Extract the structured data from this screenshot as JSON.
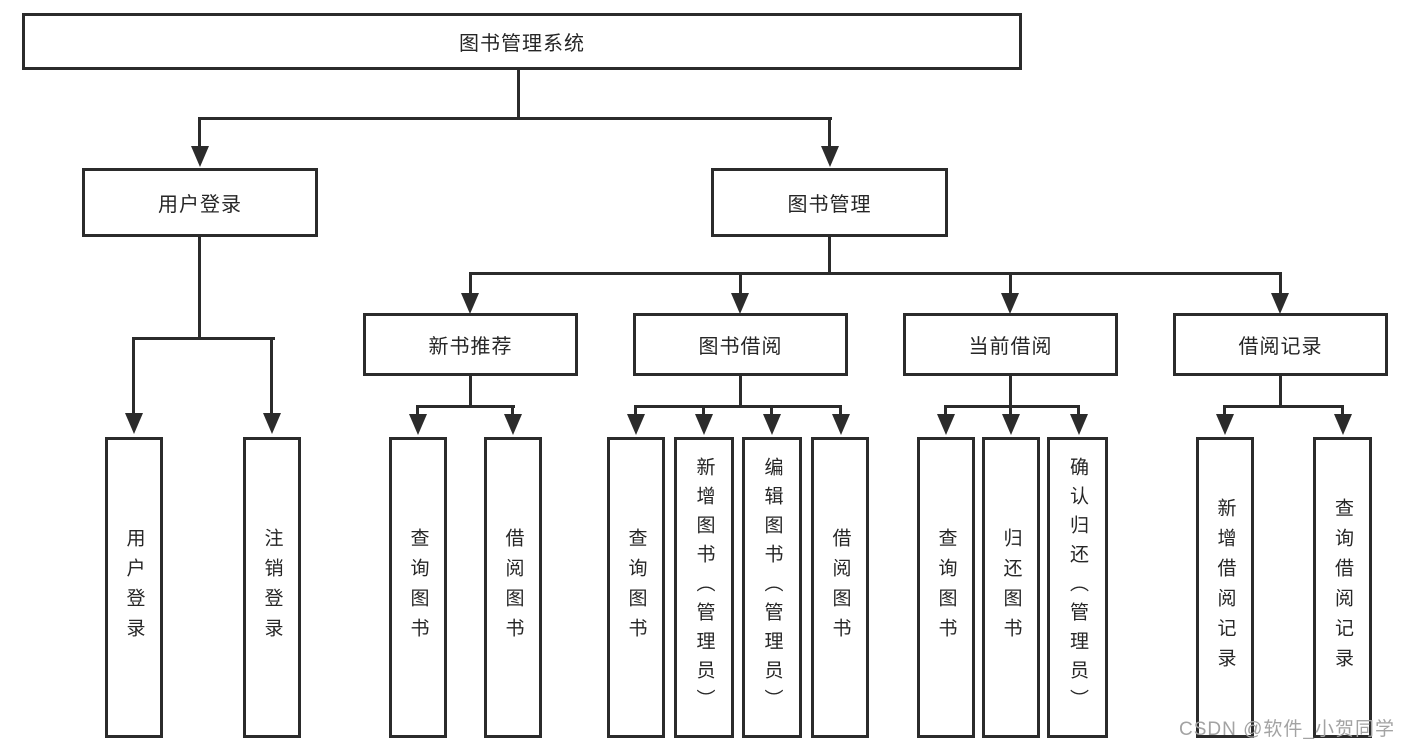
{
  "diagram": {
    "root": {
      "label": "图书管理系统"
    },
    "level2": [
      {
        "label": "用户登录"
      },
      {
        "label": "图书管理"
      }
    ],
    "level3": [
      {
        "label": "新书推荐"
      },
      {
        "label": "图书借阅"
      },
      {
        "label": "当前借阅"
      },
      {
        "label": "借阅记录"
      }
    ],
    "groups": {
      "user_login": [
        "用户登录",
        "注销登录"
      ],
      "new_book_recommend": [
        "查询图书",
        "借阅图书"
      ],
      "book_borrowing": [
        "查询图书",
        "新增图书（管理员）",
        "编辑图书（管理员）",
        "借阅图书"
      ],
      "current_borrowing": [
        "查询图书",
        "归还图书",
        "确认归还（管理员）"
      ],
      "borrowing_records": [
        "新增借阅记录",
        "查询借阅记录"
      ]
    },
    "colors": {
      "line": "#2b2b2b",
      "text": "#262626",
      "background": "#ffffff",
      "watermark": "#a3a3a3"
    }
  },
  "watermark": {
    "text": "CSDN @软件_小贺同学"
  }
}
